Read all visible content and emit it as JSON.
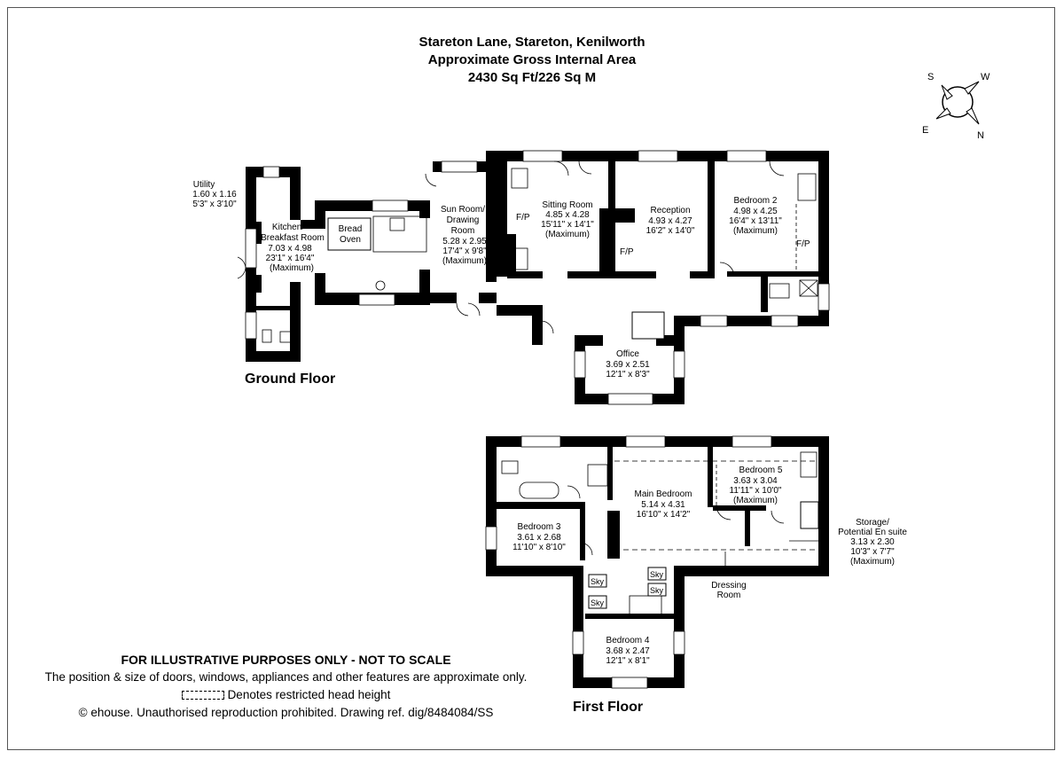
{
  "header": {
    "line1": "Stareton Lane, Stareton, Kenilworth",
    "line2": "Approximate Gross Internal Area",
    "line3": "2430 Sq Ft/226 Sq M"
  },
  "compass": {
    "s": "S",
    "w": "W",
    "e": "E",
    "n": "N"
  },
  "floors": {
    "ground": "Ground Floor",
    "first": "First Floor"
  },
  "ground_rooms": {
    "utility": {
      "name": "Utility",
      "metric": "1.60 x 1.16",
      "imperial": "5'3\" x 3'10\""
    },
    "kitchen": {
      "name1": "Kitchen/",
      "name2": "Breakfast Room",
      "metric": "7.03 x 4.98",
      "imperial": "23'1\" x 16'4\"",
      "note": "(Maximum)"
    },
    "bread": {
      "name1": "Bread",
      "name2": "Oven"
    },
    "sunroom": {
      "name1": "Sun Room/",
      "name2": "Drawing",
      "name3": "Room",
      "metric": "5.28 x 2.95",
      "imperial": "17'4\" x 9'8\"",
      "note": "(Maximum)"
    },
    "sitting": {
      "name": "Sitting Room",
      "metric": "4.85 x 4.28",
      "imperial": "15'11\" x 14'1\"",
      "note": "(Maximum)"
    },
    "reception": {
      "name": "Reception",
      "metric": "4.93 x 4.27",
      "imperial": "16'2\" x 14'0\""
    },
    "bedroom2": {
      "name": "Bedroom 2",
      "metric": "4.98 x 4.25",
      "imperial": "16'4\" x 13'11\"",
      "note": "(Maximum)"
    },
    "office": {
      "name": "Office",
      "metric": "3.69 x 2.51",
      "imperial": "12'1\" x 8'3\""
    }
  },
  "fireplace": "F/P",
  "first_rooms": {
    "bedroom3": {
      "name": "Bedroom 3",
      "metric": "3.61 x 2.68",
      "imperial": "11'10\" x 8'10\""
    },
    "main": {
      "name": "Main Bedroom",
      "metric": "5.14 x 4.31",
      "imperial": "16'10\" x 14'2\""
    },
    "bedroom5": {
      "name": "Bedroom 5",
      "metric": "3.63 x 3.04",
      "imperial": "11'11\" x 10'0\"",
      "note": "(Maximum)"
    },
    "storage": {
      "name1": "Storage/",
      "name2": "Potential En suite",
      "metric": "3.13 x 2.30",
      "imperial": "10'3\" x 7'7\"",
      "note": "(Maximum)"
    },
    "dressing": {
      "name1": "Dressing",
      "name2": "Room"
    },
    "bedroom4": {
      "name": "Bedroom 4",
      "metric": "3.68 x 2.47",
      "imperial": "12'1\" x 8'1\""
    }
  },
  "skylight": "Sky",
  "footer": {
    "disclaimer": "FOR ILLUSTRATIVE PURPOSES ONLY - NOT TO SCALE",
    "position_note": "The position & size of doors, windows, appliances and other features are approximate only.",
    "restricted": "Denotes restricted head height",
    "copyright": "© ehouse. Unauthorised reproduction prohibited. Drawing ref. dig/8484084/SS"
  }
}
